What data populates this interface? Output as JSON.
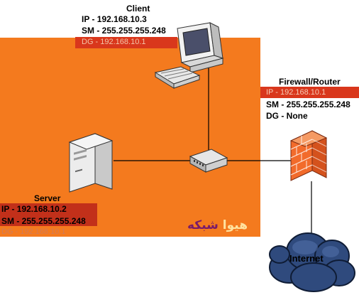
{
  "client": {
    "title": "Client",
    "ip": "IP    - 192.168.10.3",
    "sm": "SM - 255.255.255.248",
    "dg": "DG - 192.168.10.1"
  },
  "firewall": {
    "title": "Firewall/Router",
    "ip": "IP   - 192.168.10.1",
    "sm": "SM - 255.255.255.248",
    "dg": "DG - None"
  },
  "server": {
    "title": "Server",
    "ip": "IP   - 192.168.10.2",
    "sm": "SM - 255.255.255.248",
    "dg": "DG - 192.168.10.1"
  },
  "cloud": {
    "label": "Internet"
  },
  "watermark": {
    "part1": "هیوا",
    "part2": "شبکه"
  },
  "icons": {
    "client": "desktop-computer-icon",
    "keyboard": "keyboard-icon",
    "server": "tower-server-icon",
    "switch": "network-switch-icon",
    "firewall": "brick-firewall-icon",
    "cloud": "cloud-icon"
  },
  "colors": {
    "panel": "#f47a1e",
    "band": "#d9371c",
    "firewall": "#f26b2b",
    "cloud": "#2f4a7d"
  }
}
